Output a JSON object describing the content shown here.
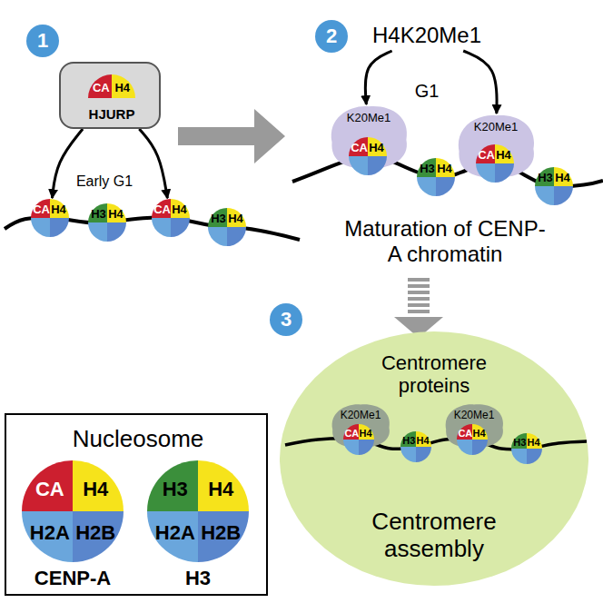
{
  "diagram": {
    "nodes": [
      {
        "text": [
          "1"
        ]
      },
      {
        "text": [
          "HJURP"
        ]
      },
      {
        "text": [
          "CA",
          "H4"
        ],
        "in": 1
      },
      {
        "text": [
          "CA",
          "H4"
        ]
      },
      {
        "text": [
          "H3",
          "H4"
        ]
      },
      {
        "text": [
          "CA",
          "H4"
        ]
      },
      {
        "text": [
          "H3",
          "H4"
        ]
      },
      {
        "text": [
          "2"
        ]
      },
      {
        "text": [
          "H4K20Me1"
        ]
      },
      {
        "text": [
          "K20Me1"
        ]
      },
      {
        "text": [
          "K20Me1"
        ]
      },
      {
        "text": [
          "CA",
          "H4"
        ]
      },
      {
        "text": [
          "H3",
          "H4"
        ]
      },
      {
        "text": [
          "CA",
          "H4"
        ]
      },
      {
        "text": [
          "H3",
          "H4"
        ]
      },
      {
        "text": [
          "3"
        ]
      },
      {
        "text": [
          "Centromere proteins",
          "Centromere assembly"
        ]
      },
      {
        "text": [
          "K20Me1"
        ],
        "in": 16
      },
      {
        "text": [
          "K20Me1"
        ],
        "in": 16
      },
      {
        "text": [
          "CA",
          "H4"
        ],
        "in": 16
      },
      {
        "text": [
          "H3",
          "H4"
        ],
        "in": 16
      },
      {
        "text": [
          "CA",
          "H4"
        ],
        "in": 16
      },
      {
        "text": [
          "H3",
          "H4"
        ],
        "in": 16
      },
      {
        "text": [
          "Nucleosome"
        ]
      },
      {
        "text": [
          "CA",
          "H4",
          "H2A",
          "H2B",
          "CENP-A"
        ],
        "in": 23
      },
      {
        "text": [
          "H3",
          "H4",
          "H2A",
          "H2B",
          "H3"
        ],
        "in": 23
      }
    ],
    "edges": [
      {
        "from": 1,
        "to": 3,
        "arrow": "to",
        "label": "Early G1"
      },
      {
        "from": 1,
        "to": 5,
        "arrow": "to"
      },
      {
        "from": 8,
        "to": 9,
        "arrow": "to"
      },
      {
        "from": 8,
        "to": 10,
        "arrow": "to"
      }
    ],
    "labels": [
      "G1",
      "Maturation of CENP-A chromatin"
    ]
  }
}
